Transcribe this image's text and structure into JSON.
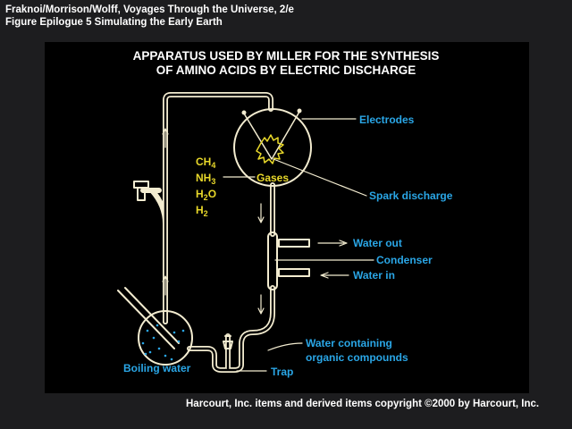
{
  "header": {
    "line1": "Fraknoi/Morrison/Wolff, Voyages Through the Universe, 2/e",
    "line2": "Figure Epilogue 5   Simulating the Early Earth"
  },
  "title": {
    "line1": "APPARATUS USED BY MILLER FOR THE SYNTHESIS",
    "line2": "OF AMINO ACIDS BY ELECTRIC DISCHARGE"
  },
  "labels": {
    "electrodes": "Electrodes",
    "gases": "Gases",
    "spark": "Spark discharge",
    "water_out": "Water out",
    "condenser": "Condenser",
    "water_in": "Water in",
    "water_containing_1": "Water containing",
    "water_containing_2": "organic compounds",
    "trap": "Trap",
    "boiling": "Boiling water"
  },
  "gases": [
    {
      "base": "CH",
      "sub": "4",
      "tail": ""
    },
    {
      "base": "NH",
      "sub": "3",
      "tail": ""
    },
    {
      "base": "H",
      "sub": "2",
      "tail": "O"
    },
    {
      "base": "H",
      "sub": "2",
      "tail": ""
    }
  ],
  "copyright": "Harcourt, Inc. items and derived items copyright ©2000 by Harcourt, Inc.",
  "colors": {
    "label": "#2aa6e6",
    "gas": "#e8d82a",
    "tube": "#f3ecd0"
  }
}
